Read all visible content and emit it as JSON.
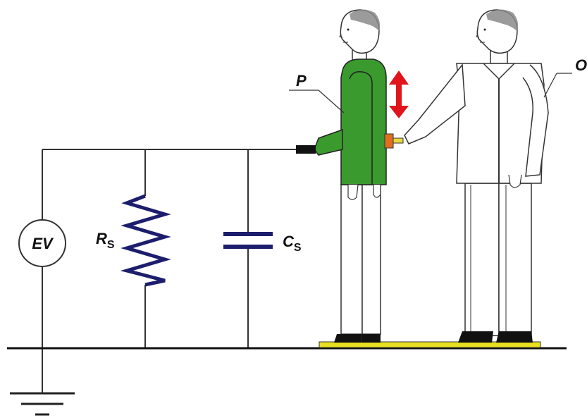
{
  "labels": {
    "ev": "EV",
    "resistor_symbol": "R",
    "resistor_sub": "S",
    "capacitor_symbol": "C",
    "capacitor_sub": "S",
    "person_p": "P",
    "person_o": "O"
  },
  "icons": {
    "ground": "ground-icon",
    "arrow": "double-arrow-icon",
    "resistor": "resistor-icon",
    "capacitor": "capacitor-icon",
    "voltmeter": "electrostatic-voltmeter-icon"
  },
  "colors": {
    "wire": "#333333",
    "component": "#1d1d6e",
    "shirt_p": "#3a9a2e",
    "arrow": "#e0151b",
    "probe_handle": "#e07020",
    "probe_tip": "#e8d840",
    "platform": "#e8e020",
    "hair": "#8a8a8a"
  }
}
